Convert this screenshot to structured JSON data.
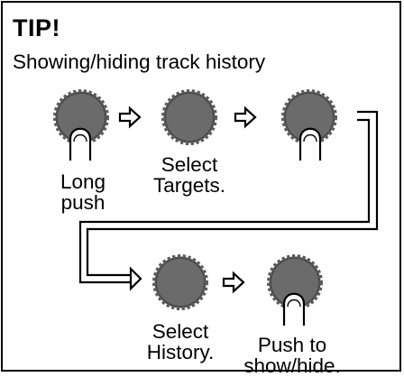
{
  "tip": {
    "title": "TIP!",
    "subtitle": "Showing/hiding track history"
  },
  "steps": [
    {
      "caption_line1": "Long",
      "caption_line2": "push",
      "knob": "knob-with-finger"
    },
    {
      "caption_line1": "Select",
      "caption_line2": "Targets.",
      "knob": "knob"
    },
    {
      "caption_line1": "",
      "caption_line2": "",
      "knob": "knob-with-finger"
    },
    {
      "caption_line1": "Select",
      "caption_line2": "History.",
      "knob": "knob"
    },
    {
      "caption_line1": "Push to",
      "caption_line2": "show/hide.",
      "knob": "knob-with-finger"
    }
  ],
  "colors": {
    "knob_fill": "#6b6b6b",
    "knob_edge": "#4a4a4a",
    "line": "#000000",
    "background": "#ffffff"
  }
}
